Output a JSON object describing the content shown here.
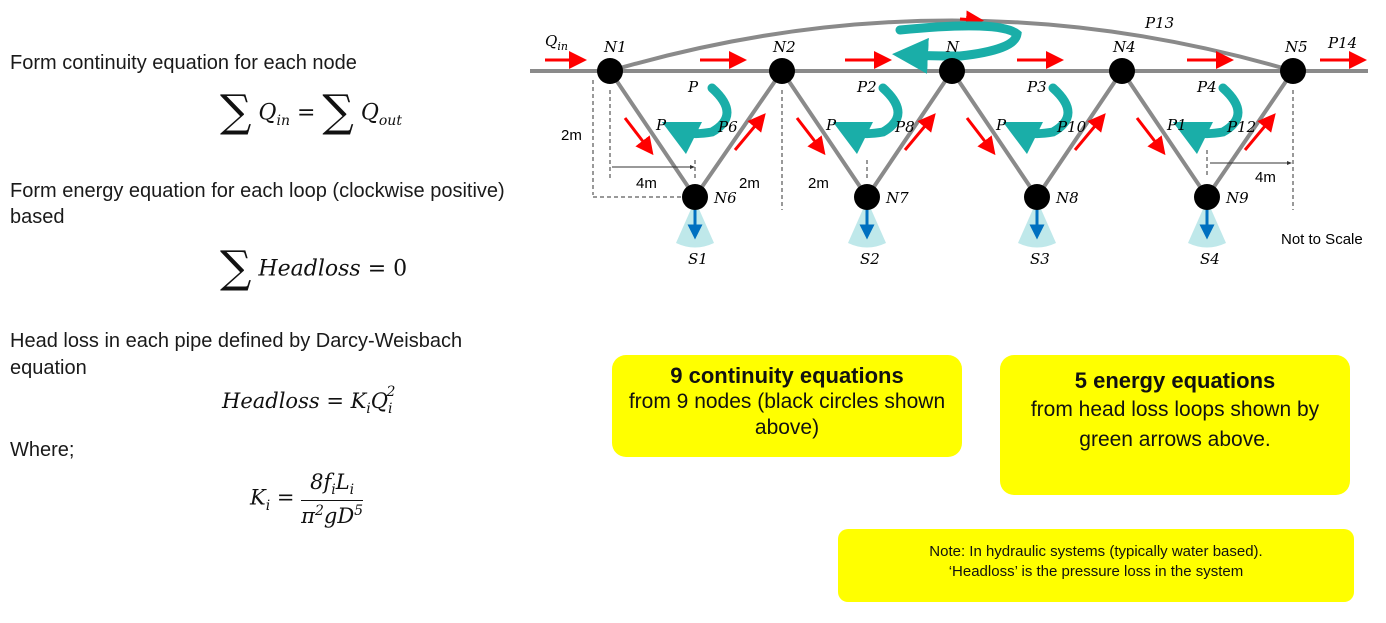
{
  "left": {
    "continuity_text": "Form continuity equation for each node",
    "continuity_eq": {
      "lhs": "Q",
      "lhs_sub": "in",
      "rhs": "Q",
      "rhs_sub": "out"
    },
    "energy_text_1": "Form energy equation for each loop (clockwise positive)",
    "energy_text_2": "based",
    "energy_eq": {
      "term": "Headloss",
      "rhs": "= 0"
    },
    "darcy_text_1": "Head loss in each pipe defined by Darcy-Weisbach",
    "darcy_text_2": "equation",
    "headloss_eq": {
      "lhs": "Headloss",
      "k": "K",
      "sub_i": "i",
      "q": "Q",
      "sup": "2"
    },
    "where_text": "Where;",
    "k_eq": {
      "lhs": "K",
      "lhs_sub": "i",
      "num": "8f",
      "num_mid": "L",
      "den": "π",
      "den_sup": "2",
      "den_mid": "gD",
      "den_sup2": "5"
    }
  },
  "diagram": {
    "nodes": [
      "N1",
      "N2",
      "N",
      "N4",
      "N5",
      "N6",
      "N7",
      "N8",
      "N9"
    ],
    "supply_labels": [
      "S1",
      "S2",
      "S3",
      "S4"
    ],
    "pipe_labels": [
      "P13",
      "P14",
      "P6",
      "P8",
      "P10",
      "P12",
      "P",
      "P",
      "P",
      "P",
      "P1",
      "P2",
      "P3",
      "P4"
    ],
    "inflow_label": "Q",
    "inflow_sub": "in",
    "dims": [
      "2m",
      "4m",
      "2m",
      "2m",
      "4m"
    ],
    "not_to_scale": "Not to Scale",
    "colors": {
      "pipe": "#8a8a8a",
      "flow_arrow": "#ff0000",
      "loop_arrow": "#1aaea8",
      "supply": "#0070c0",
      "node": "#000000"
    }
  },
  "boxes": {
    "continuity": {
      "title": "9 continuity equations",
      "body": "from 9 nodes (black circles shown above)"
    },
    "energy": {
      "title": "5 energy equations",
      "body": "from head loss loops shown by green arrows above."
    },
    "note": {
      "line1": "Note: In hydraulic systems (typically water based).",
      "line2": "‘Headloss’ is the pressure loss in the system"
    }
  }
}
